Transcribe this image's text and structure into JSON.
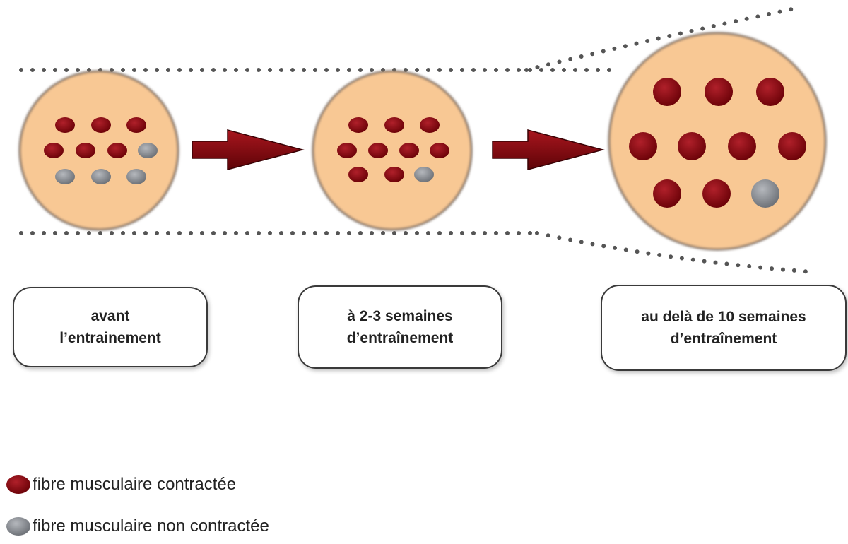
{
  "stages": [
    {
      "line1": "avant",
      "line2": "l’entrainement"
    },
    {
      "line1": "à 2-3 semaines",
      "line2": "d’entraînement"
    },
    {
      "line1": "au delà de 10 semaines",
      "line2": "d’entraînement"
    }
  ],
  "legend": {
    "contracted": "fibre musculaire contractée",
    "relaxed": "fibre musculaire non contractée"
  },
  "colors": {
    "muscle": "#f8c894",
    "contracted_fiber": "#8b0a10",
    "relaxed_fiber": "#8c9096",
    "arrow": "#8b0a10"
  }
}
